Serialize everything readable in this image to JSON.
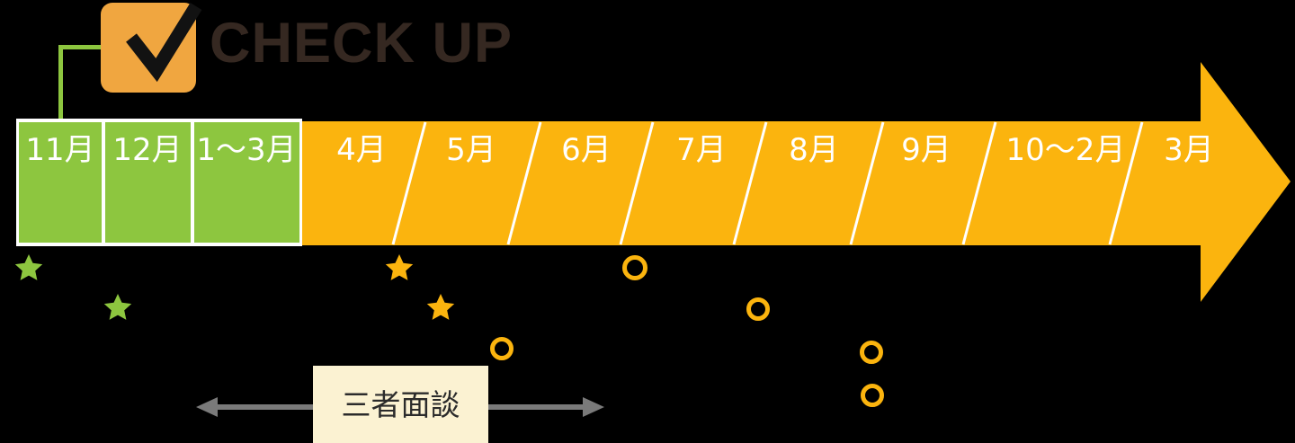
{
  "header": {
    "title": "CHECK UP",
    "icon": "checkmark-icon"
  },
  "timeline": {
    "months": [
      {
        "label": "11月",
        "phase": "highlight"
      },
      {
        "label": "12月",
        "phase": "highlight"
      },
      {
        "label": "1〜3月",
        "phase": "highlight"
      },
      {
        "label": "4月",
        "phase": "normal"
      },
      {
        "label": "5月",
        "phase": "normal"
      },
      {
        "label": "6月",
        "phase": "normal"
      },
      {
        "label": "7月",
        "phase": "normal"
      },
      {
        "label": "8月",
        "phase": "normal"
      },
      {
        "label": "9月",
        "phase": "normal"
      },
      {
        "label": "10〜2月",
        "phase": "normal"
      },
      {
        "label": "3月",
        "phase": "normal"
      }
    ]
  },
  "annotation": {
    "label": "三者面談"
  },
  "markers": [
    {
      "type": "green-star"
    },
    {
      "type": "green-star"
    },
    {
      "type": "yellow-star"
    },
    {
      "type": "yellow-star"
    },
    {
      "type": "yellow-ring"
    },
    {
      "type": "yellow-ring"
    },
    {
      "type": "yellow-ring"
    },
    {
      "type": "yellow-ring"
    },
    {
      "type": "yellow-ring"
    }
  ],
  "colors": {
    "highlight_green": "#8DC63F",
    "timeline_yellow": "#FBB40E",
    "checkbox_orange": "#F0A640",
    "title_brown": "#352821",
    "annotation_bg": "#FBF2D2",
    "annotation_arrow_gray": "#7A7A7A",
    "divider_white": "#FFFFFF"
  }
}
